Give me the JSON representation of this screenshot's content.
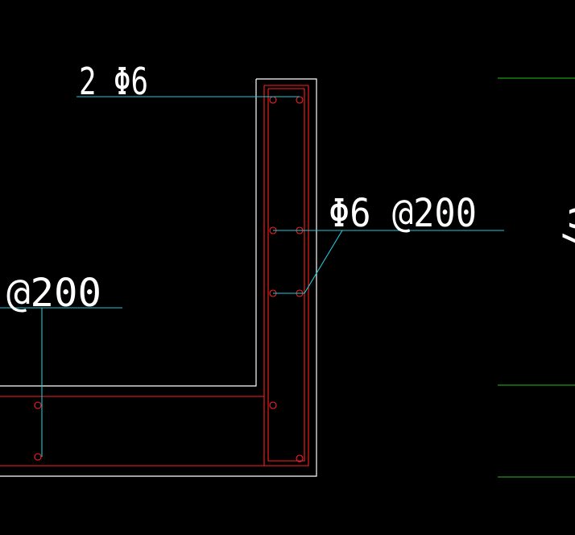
{
  "labels": {
    "top_left": "2 Φ6",
    "right": "Φ6 @200",
    "left": "@200",
    "far_right": "/ω"
  },
  "colors": {
    "background": "#000000",
    "outline": "#ffffff",
    "rebar": "#ff2020",
    "leader": "#22c8d8",
    "grid": "#20c020",
    "text": "#ffffff"
  }
}
